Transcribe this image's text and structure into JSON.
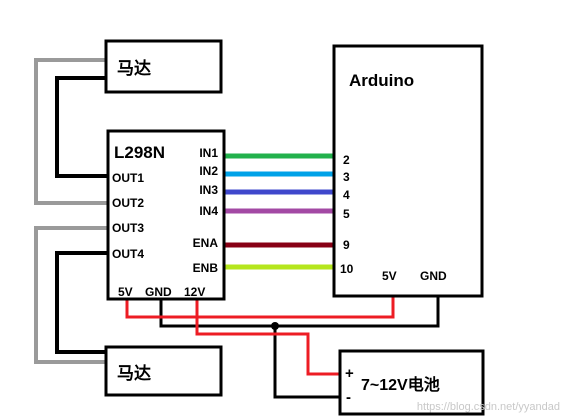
{
  "motor_top": {
    "label": "马达"
  },
  "motor_bottom": {
    "label": "马达"
  },
  "driver": {
    "title": "L298N",
    "outputs": [
      "OUT1",
      "OUT2",
      "OUT3",
      "OUT4"
    ],
    "inputs": [
      "IN1",
      "IN2",
      "IN3",
      "IN4",
      "ENA",
      "ENB"
    ],
    "power_pins": [
      "5V",
      "GND",
      "12V"
    ]
  },
  "arduino": {
    "title": "Arduino",
    "pins": [
      "2",
      "3",
      "4",
      "5",
      "9",
      "10"
    ],
    "power_pins": [
      "5V",
      "GND"
    ]
  },
  "battery": {
    "label": "7~12V电池",
    "plus": "+",
    "minus": "-"
  },
  "signal_colors": [
    "#22b14c",
    "#00a2e8",
    "#3f48cc",
    "#a349a4",
    "#880015",
    "#b5e61d"
  ],
  "wire_colors": {
    "motor_a": "#000000",
    "motor_b": "#9a9a9a",
    "power": "#ed1c24",
    "ground": "#000000"
  },
  "watermark": "https://blog.csdn.net/yyandad"
}
